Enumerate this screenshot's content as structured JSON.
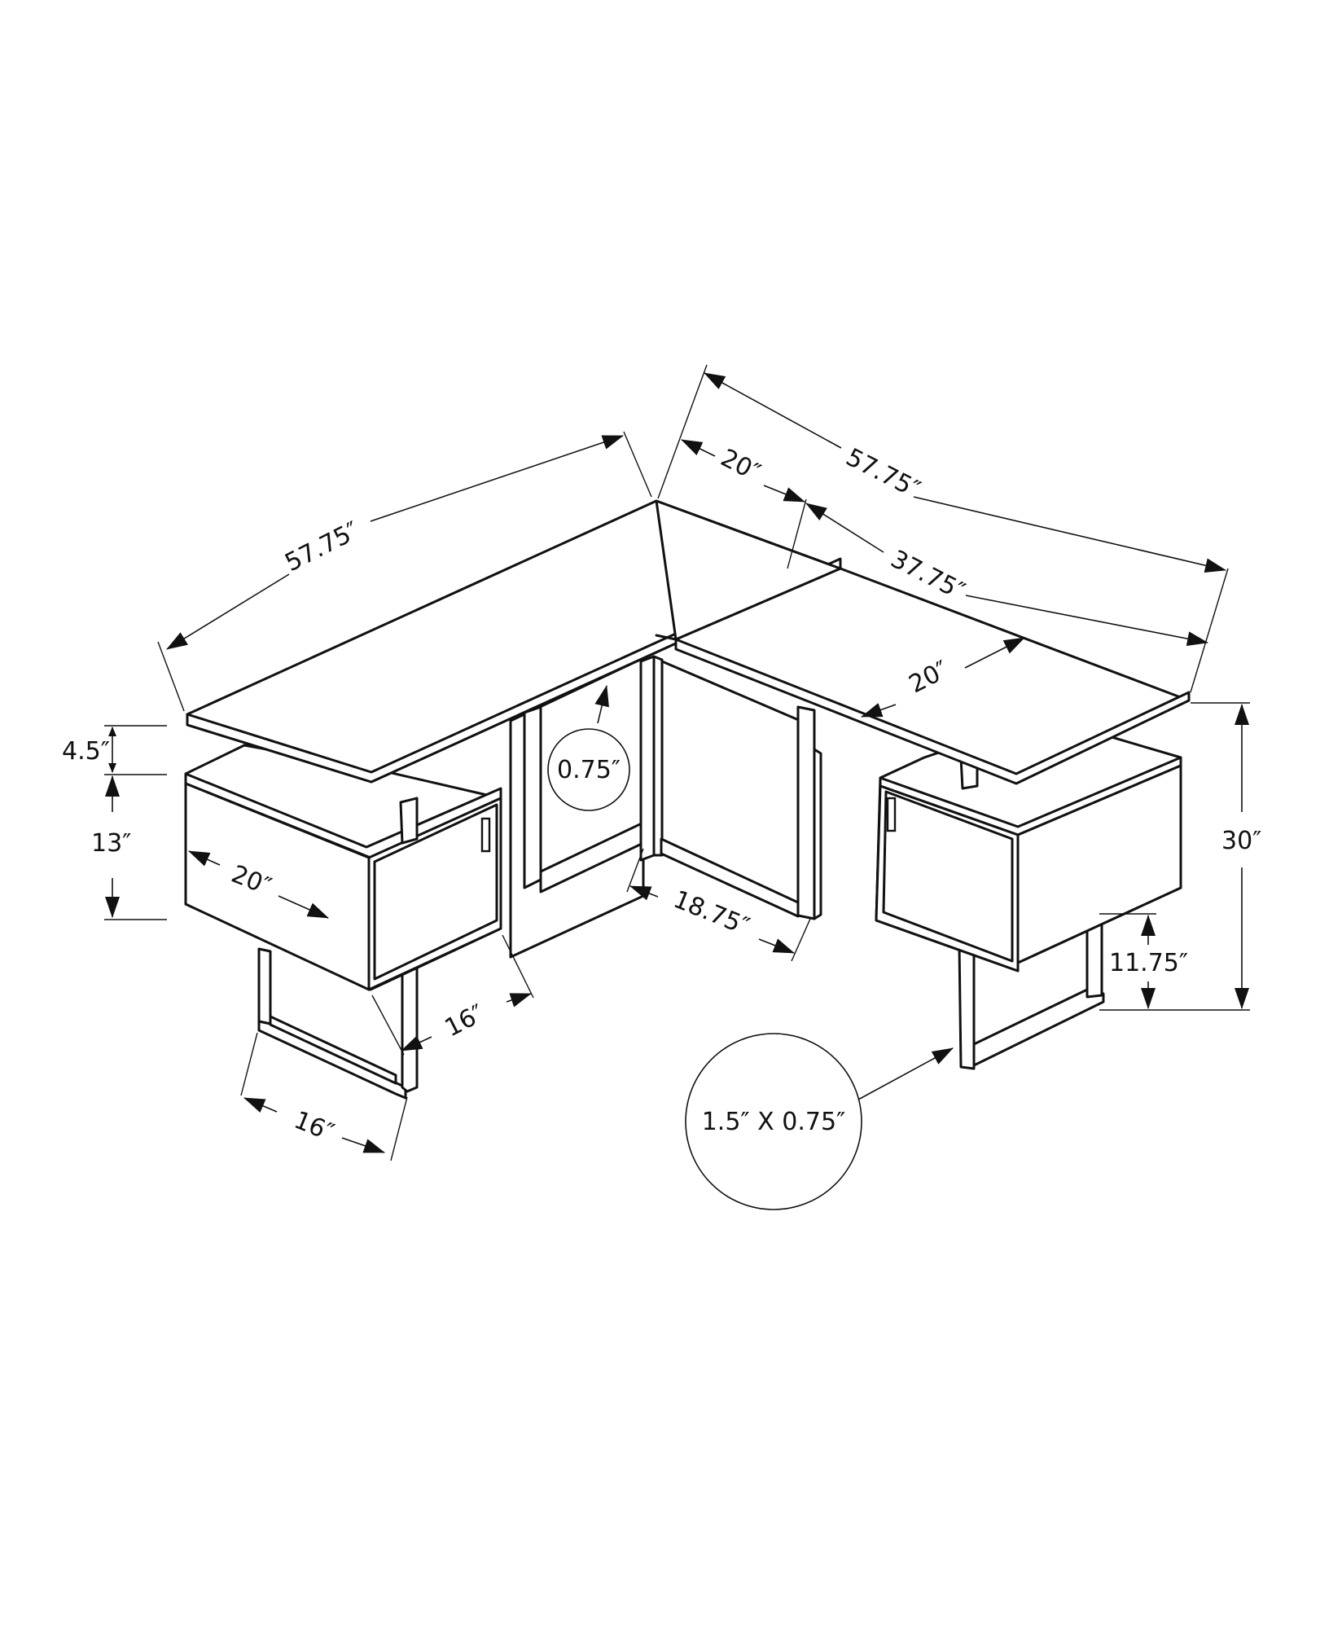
{
  "diagram": {
    "subject": "L-shaped desk with storage cubes",
    "line_color": "#111111",
    "background": "#ffffff",
    "dimensions": {
      "left_top_length": "57.75″",
      "right_top_length": "57.75″",
      "return_depth_top": "20″",
      "right_inner_length": "37.75″",
      "right_top_depth": "20″",
      "shelf_gap": "4.5″",
      "cube_height": "13″",
      "cube_width": "20″",
      "cube_depth": "16″",
      "leg_width": "16″",
      "knee_width": "18.75″",
      "panel_thickness": "0.75″",
      "total_height": "30″",
      "leg_clearance": "11.75″",
      "leg_section": "1.5″ X 0.75″"
    }
  }
}
